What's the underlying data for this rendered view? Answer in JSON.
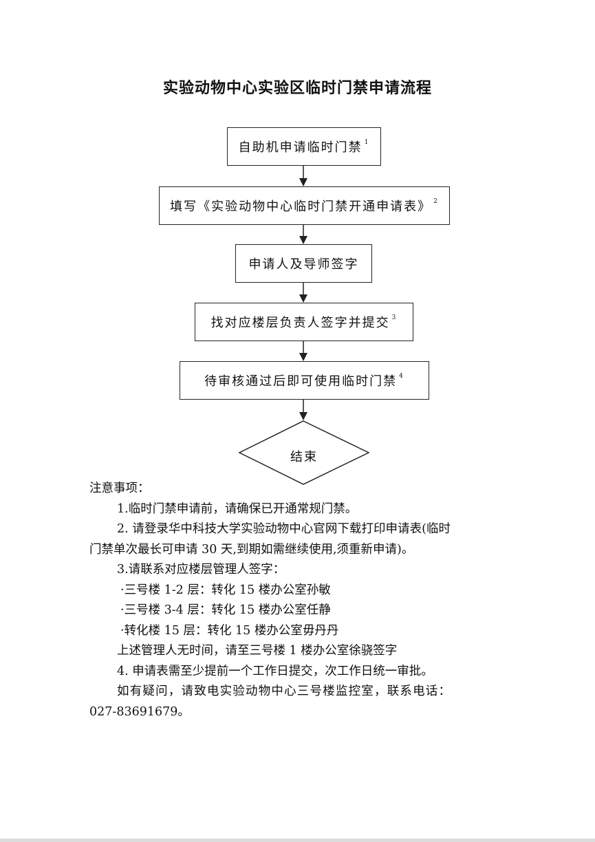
{
  "title": "实验动物中心实验区临时门禁申请流程",
  "flow": {
    "step1": {
      "text": "自助机申请临时门禁",
      "note": "1"
    },
    "step2": {
      "text": "填写《实验动物中心临时门禁开通申请表》",
      "note": "2"
    },
    "step3": {
      "text": "申请人及导师签字"
    },
    "step4": {
      "text": "找对应楼层负责人签字并提交",
      "note": "3"
    },
    "step5": {
      "text": "待审核通过后即可使用临时门禁",
      "note": "4"
    },
    "end": "结束"
  },
  "notes": {
    "heading": "注意事项：",
    "item1": "1.临时门禁申请前，请确保已开通常规门禁。",
    "item2": "2. 请登录华中科技大学实验动物中心官网下载打印申请表(临时门禁单次最长可申请 30 天,到期如需继续使用,须重新申请)。",
    "item3": "3.请联系对应楼层管理人签字：",
    "bullets": [
      "·三号楼 1-2 层：转化 15 楼办公室孙敏",
      "·三号楼 3-4 层：转化 15 楼办公室任静",
      "·转化楼 15 层：转化 15 楼办公室毋丹丹"
    ],
    "fallback": "上述管理人无时间，请至三号楼 1 楼办公室徐骁签字",
    "item4": "4. 申请表需至少提前一个工作日提交，次工作日统一审批。",
    "contact": "如有疑问，请致电实验动物中心三号楼监控室，联系电话：027-83691679。"
  }
}
